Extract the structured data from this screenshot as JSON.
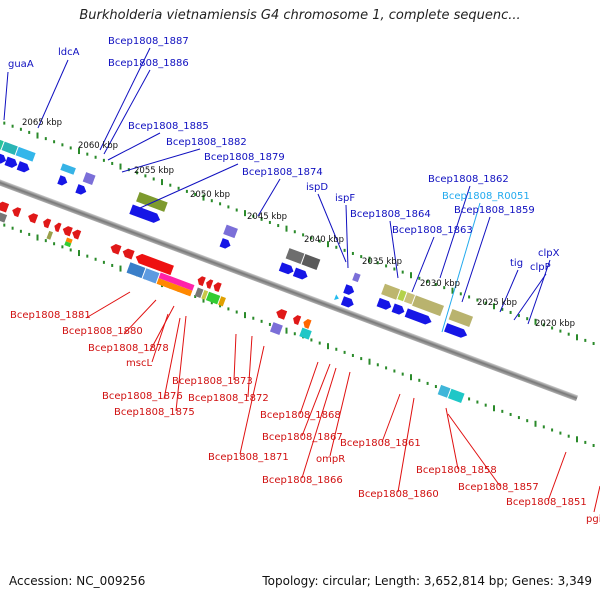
{
  "title": "Burkholderia vietnamiensis G4 chromosome 1, complete sequenc...",
  "footer": {
    "accession": "Accession: NC_009256",
    "summary": "Topology: circular; Length: 3,652,814 bp; Genes: 3,349"
  },
  "scale_labels": [
    "2065 kbp",
    "2060 kbp",
    "2055 kbp",
    "2050 kbp",
    "2045 kbp",
    "2040 kbp",
    "2035 kbp",
    "2030 kbp",
    "2025 kbp",
    "2020 kbp"
  ],
  "forward_labels": [
    "guaA",
    "ldcA",
    "Bcep1808_1887",
    "Bcep1808_1886",
    "Bcep1808_1885",
    "Bcep1808_1882",
    "Bcep1808_1879",
    "Bcep1808_1874",
    "ispD",
    "ispF",
    "Bcep1808_1864",
    "Bcep1808_1863",
    "Bcep1808_1862",
    "Bcep1808_R0051",
    "Bcep1808_1859",
    "tig",
    "clpP",
    "clpX"
  ],
  "reverse_labels": [
    "Bcep1808_1881",
    "Bcep1808_1880",
    "Bcep1808_1878",
    "mscL",
    "Bcep1808_1876",
    "Bcep1808_1875",
    "Bcep1808_1873",
    "Bcep1808_1872",
    "Bcep1808_1871",
    "Bcep1808_1868",
    "Bcep1808_1867",
    "Bcep1808_1866",
    "ompR",
    "Bcep1808_1861",
    "Bcep1808_1860",
    "Bcep1808_1858",
    "Bcep1808_1857",
    "Bcep1808_1851",
    "pgi"
  ],
  "colors": {
    "forward_gene": "#1010e0",
    "reverse_gene": "#e01010",
    "rna_gene": "#22bbee",
    "backbone": "#808080",
    "scale_dots": "#2a8a2a"
  }
}
